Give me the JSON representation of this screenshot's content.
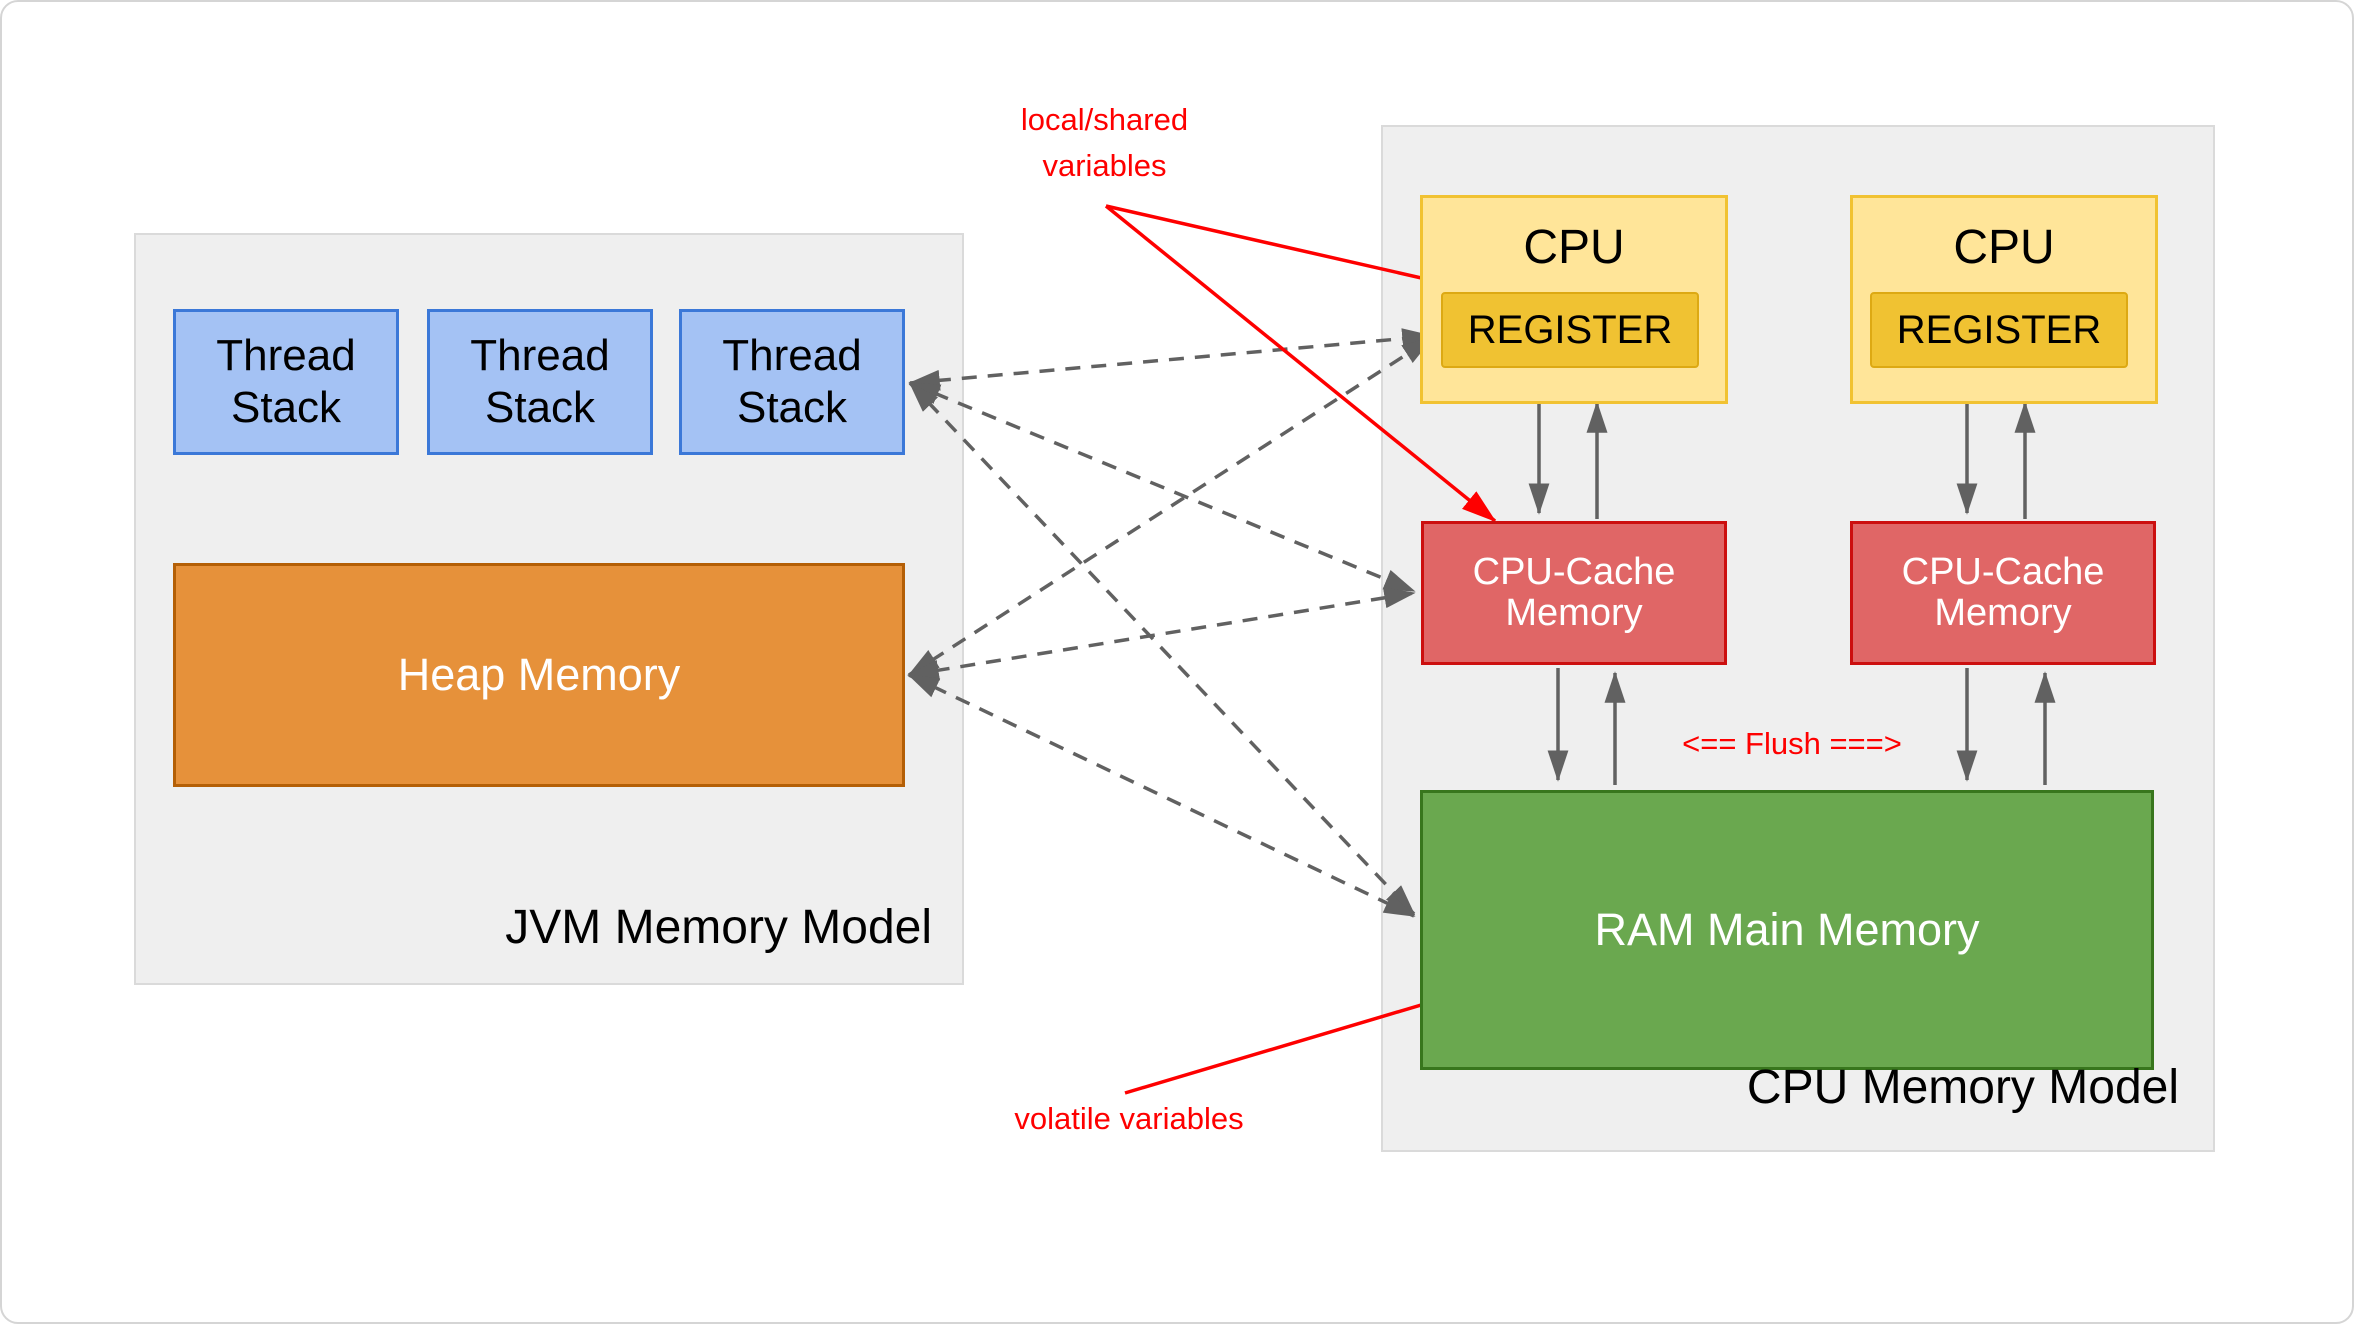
{
  "diagram": {
    "jvm": {
      "title": "JVM Memory Model",
      "thread_stacks": [
        "Thread\nStack",
        "Thread\nStack",
        "Thread\nStack"
      ],
      "heap_label": "Heap Memory"
    },
    "cpu": {
      "title": "CPU Memory Model",
      "cpu1_label": "CPU",
      "cpu2_label": "CPU",
      "register1_label": "REGISTER",
      "register2_label": "REGISTER",
      "cache1_label": "CPU-Cache\nMemory",
      "cache2_label": "CPU-Cache\nMemory",
      "ram_label": "RAM Main Memory",
      "flush_label": "<== Flush ===>"
    },
    "annotations": {
      "local_shared": "local/shared\nvariables",
      "volatile": "volatile variables"
    },
    "colors": {
      "panel_fill": "#efefef",
      "panel_border": "#dadada",
      "thread_stack_fill": "#a4c2f4",
      "thread_stack_border": "#3b78d8",
      "heap_fill": "#e6913a",
      "heap_border": "#b45f06",
      "cpu_fill": "#ffe599",
      "cpu_border": "#f1c232",
      "register_fill": "#f0c232",
      "cache_fill": "#e06666",
      "cache_border": "#cc0f0f",
      "ram_fill": "#6aa84f",
      "ram_border": "#38761d",
      "connector_gray": "#616161",
      "annotation_red": "#fe0000"
    }
  }
}
